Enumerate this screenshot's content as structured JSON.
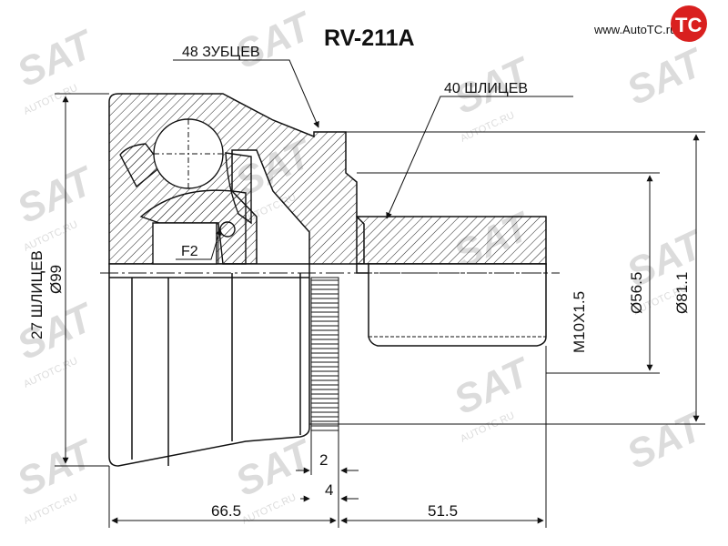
{
  "header": {
    "part_number": "RV-211A",
    "site": "www.AutoTC.ru",
    "logo_letters": "TC"
  },
  "labels": {
    "teeth_48": "48 ЗУБЦЕВ",
    "splines_40": "40 ШЛИЦЕВ",
    "splines_27": "27 ШЛИЦЕВ",
    "d99": "Ø99",
    "f2": "F2",
    "thread": "M10X1.5",
    "d56": "Ø56.5",
    "d81": "Ø81.1",
    "dim_2": "2",
    "dim_4": "4",
    "len_left": "66.5",
    "len_right": "51.5"
  },
  "watermark": {
    "text": "AUTOTC.RU",
    "logo": "SAT"
  },
  "colors": {
    "accent_red": "#d9201f",
    "line": "#111111",
    "watermark": "#dcdcdc"
  }
}
